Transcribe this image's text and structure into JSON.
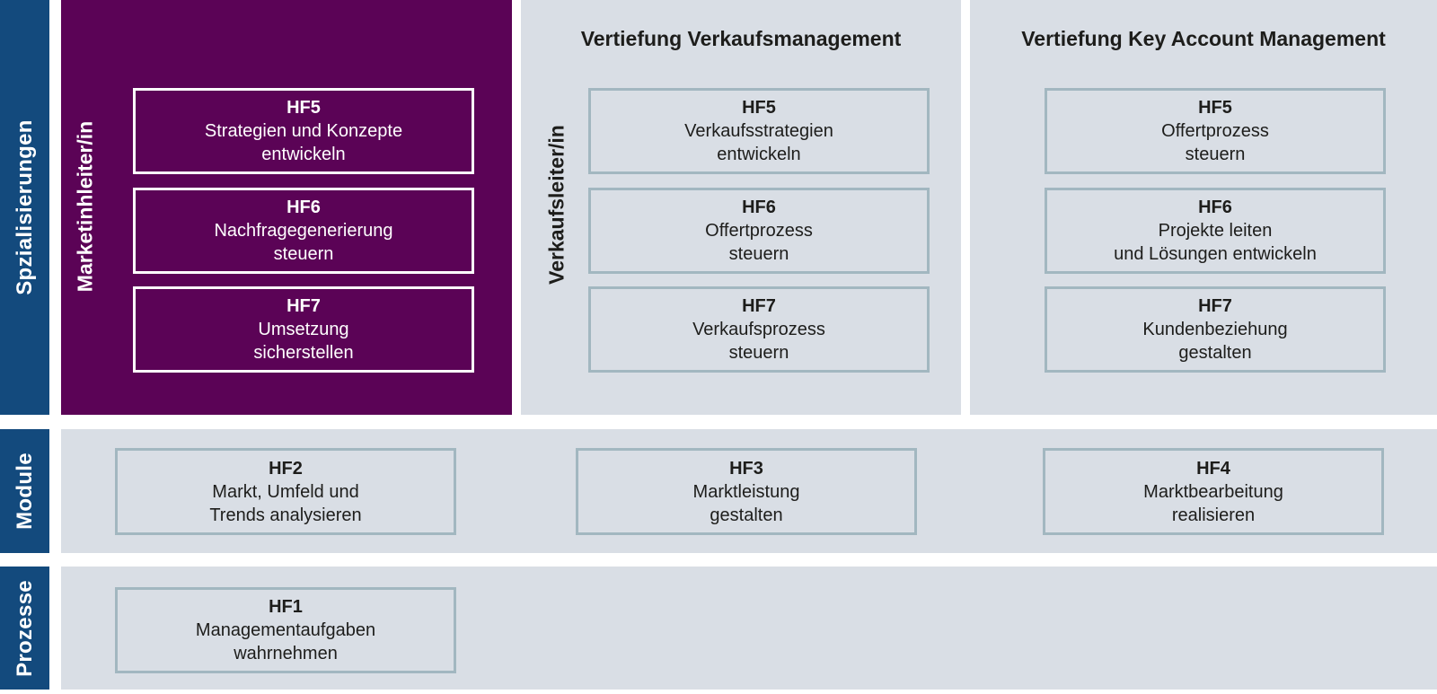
{
  "palette": {
    "navy": "#134a7d",
    "purple": "#5b0356",
    "band_gray": "#d9dee5",
    "box_border_gray": "#a2b7c0",
    "text_dark": "#1d1d1b",
    "text_light": "#ffffff"
  },
  "sidebar": {
    "specialisations_label": "Spzialisierungen",
    "module_label": "Module",
    "prozesse_label": "Prozesse"
  },
  "columns": {
    "marketing": {
      "role": "Marketinhleiter/in",
      "hf5": {
        "code": "HF5",
        "text": "Strategien und Konzepte\nentwickeln"
      },
      "hf6": {
        "code": "HF6",
        "text": "Nachfragegenerierung\nsteuern"
      },
      "hf7": {
        "code": "HF7",
        "text": "Umsetzung\nsicherstellen"
      }
    },
    "verkauf": {
      "title": "Vertiefung Verkaufsmanagement",
      "role": "Verkaufsleiter/in",
      "hf5": {
        "code": "HF5",
        "text": "Verkaufsstrategien\nentwickeln"
      },
      "hf6": {
        "code": "HF6",
        "text": "Offertprozess\nsteuern"
      },
      "hf7": {
        "code": "HF7",
        "text": "Verkaufsprozess\nsteuern"
      }
    },
    "key_account": {
      "title": "Vertiefung Key Account Management",
      "hf5": {
        "code": "HF5",
        "text": "Offertprozess\nsteuern"
      },
      "hf6": {
        "code": "HF6",
        "text": "Projekte leiten\nund Lösungen entwickeln"
      },
      "hf7": {
        "code": "HF7",
        "text": "Kundenbeziehung\ngestalten"
      }
    }
  },
  "module_row": {
    "hf2": {
      "code": "HF2",
      "text": "Markt, Umfeld und\nTrends analysieren"
    },
    "hf3": {
      "code": "HF3",
      "text": "Marktleistung\ngestalten"
    },
    "hf4": {
      "code": "HF4",
      "text": "Marktbearbeitung\nrealisieren"
    }
  },
  "prozesse_row": {
    "hf1": {
      "code": "HF1",
      "text": "Managementaufgaben\nwahrnehmen"
    }
  }
}
